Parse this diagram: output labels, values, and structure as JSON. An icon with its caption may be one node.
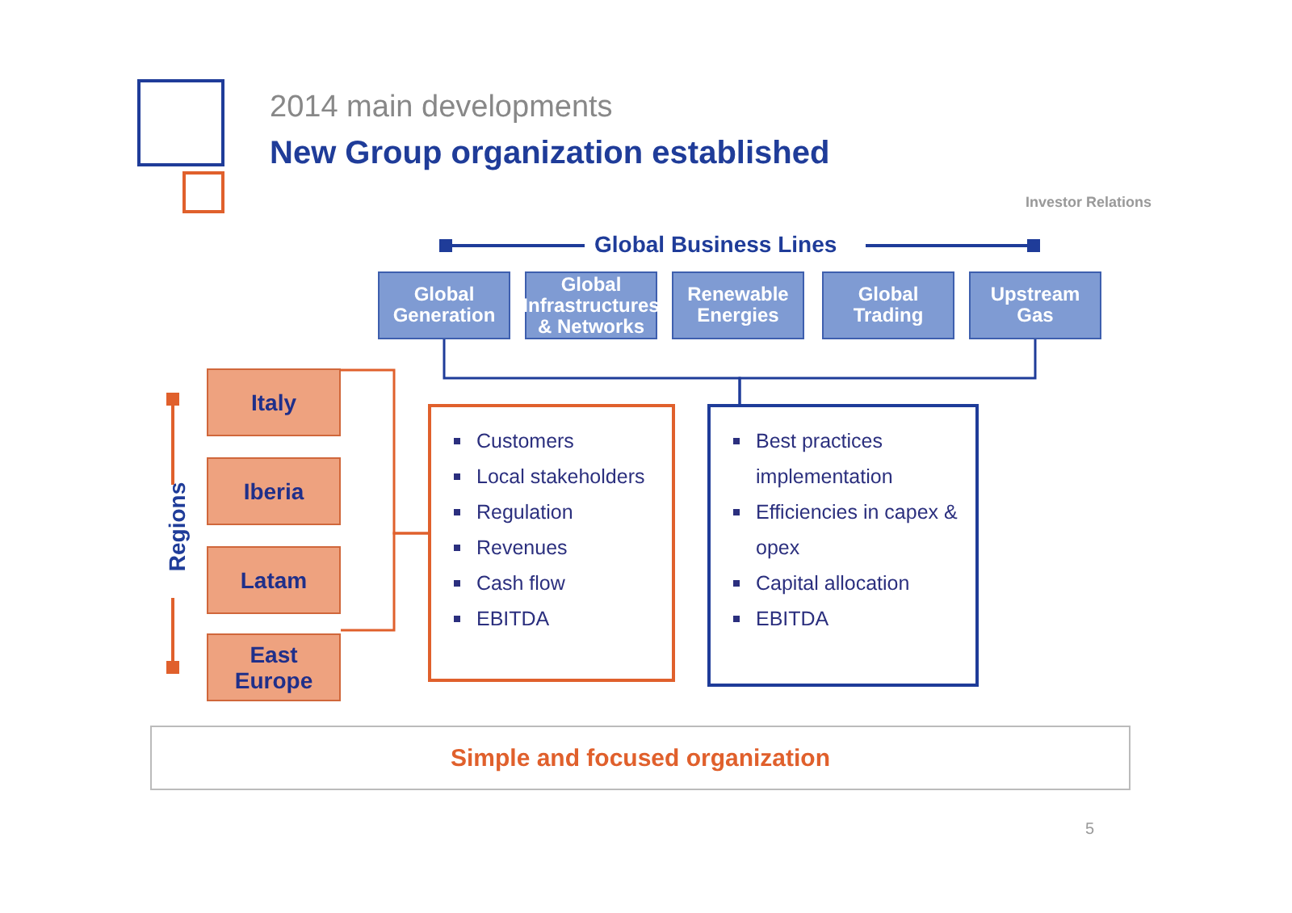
{
  "diagram": {
    "title": "New Group organization established",
    "nodes": [
      {
        "text": [
          "Global Generation"
        ]
      },
      {
        "text": [
          "Global Infrastructures & Networks"
        ]
      },
      {
        "text": [
          "Renewable Energies"
        ]
      },
      {
        "text": [
          "Global Trading"
        ]
      },
      {
        "text": [
          "Upstream Gas"
        ]
      },
      {
        "text": [
          "Italy"
        ]
      },
      {
        "text": [
          "Iberia"
        ]
      },
      {
        "text": [
          "Latam"
        ]
      },
      {
        "text": [
          "East Europe"
        ]
      },
      {
        "text": [
          "Customers",
          "Local stakeholders",
          "Regulation",
          "Revenues",
          "Cash flow",
          "EBITDA"
        ]
      },
      {
        "text": [
          "Best practices implementation",
          "Efficiencies in capex & opex",
          "Capital allocation",
          "EBITDA"
        ]
      },
      {
        "text": [
          "Simple and focused organization"
        ]
      }
    ],
    "edges": [
      {
        "from": 0,
        "to": 10,
        "arrow": "none"
      },
      {
        "from": 4,
        "to": 10,
        "arrow": "none"
      },
      {
        "from": 5,
        "to": 9,
        "arrow": "none",
        "color": "#e0602c"
      },
      {
        "from": 8,
        "to": 9,
        "arrow": "none",
        "color": "#e0602c"
      }
    ],
    "labels": [
      "2014 main developments",
      "Investor Relations",
      "Global Business Lines",
      "Regions",
      "5"
    ]
  }
}
